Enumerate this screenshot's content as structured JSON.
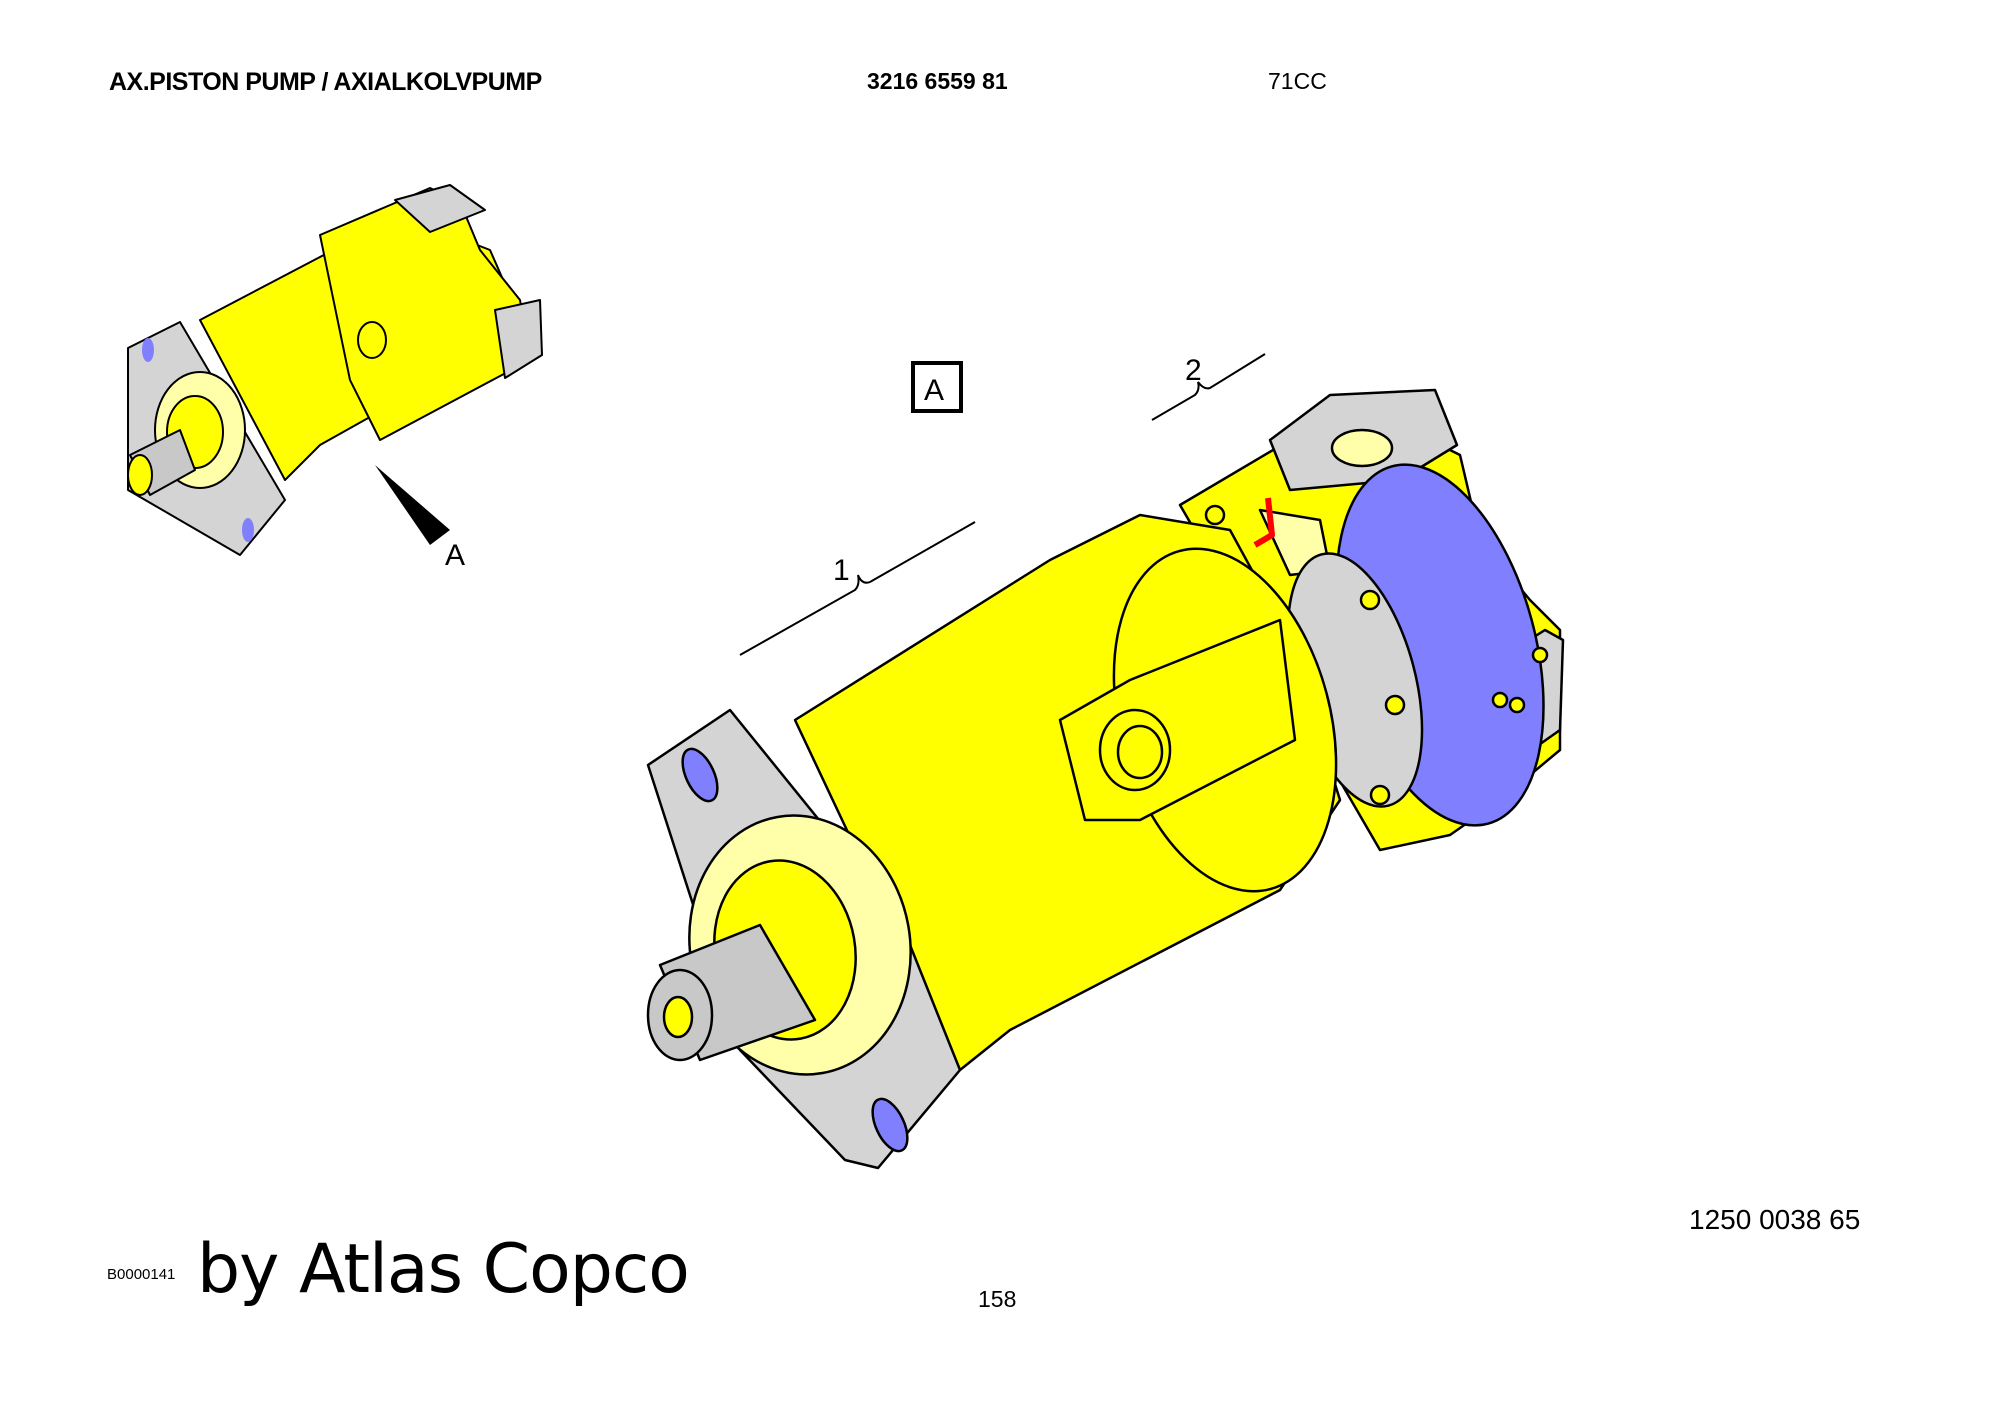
{
  "header": {
    "title": "AX.PISTON PUMP / AXIALKOLVPUMP",
    "part_number": "3216 6559 81",
    "variant": "71CC"
  },
  "drawing": {
    "view_label": "A",
    "detail_arrow_label": "A",
    "callouts": [
      "1",
      "2"
    ],
    "colors": {
      "body": "#ffff00",
      "flange": "#d4d4d4",
      "ring": "#8080ff",
      "highlight": "#ff0000"
    }
  },
  "footer": {
    "reference_number": "1250 0038 65",
    "image_code": "B0000141",
    "brand": "by Atlas Copco",
    "page_number": "158"
  }
}
